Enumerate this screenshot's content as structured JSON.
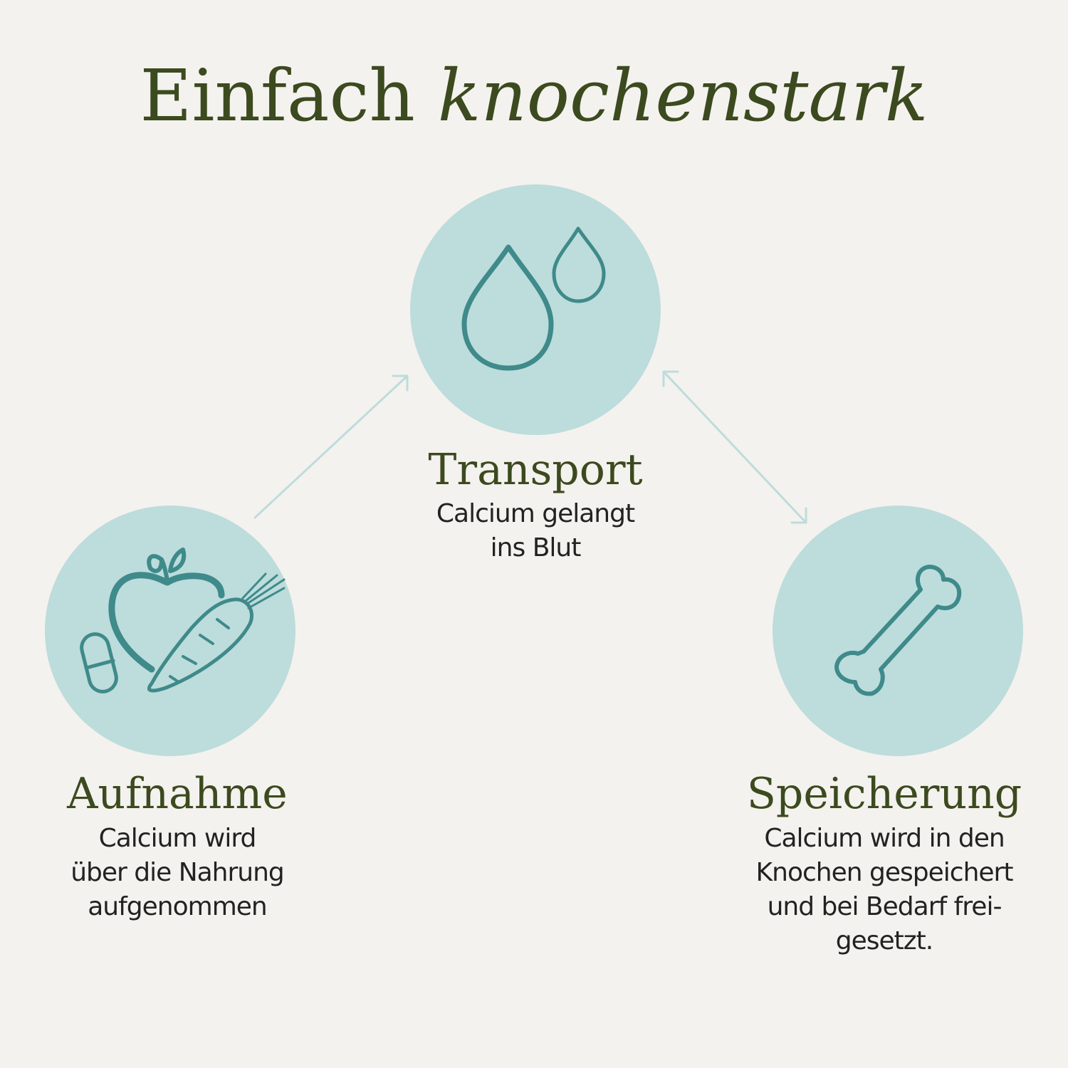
{
  "title": {
    "plain": "Einfach",
    "italic": "knochenstark"
  },
  "colors": {
    "background": "#f4f2ee",
    "circle": "#bddcdc",
    "icon": "#3f8a8a",
    "heading": "#3c4a1f",
    "arrow": "#bddcdc"
  },
  "steps": [
    {
      "heading": "Transport",
      "icon": "water-drops-icon",
      "lines": [
        "Calcium gelangt",
        "ins Blut"
      ]
    },
    {
      "heading": "Aufnahme",
      "icon": "apple-carrot-pill-icon",
      "lines": [
        "Calcium wird",
        "über die Nahrung",
        "aufgenommen"
      ]
    },
    {
      "heading": "Speicherung",
      "icon": "bone-icon",
      "lines": [
        "Calcium wird in den",
        "Knochen gespeichert",
        "und bei Bedarf frei-",
        "gesetzt."
      ]
    }
  ]
}
